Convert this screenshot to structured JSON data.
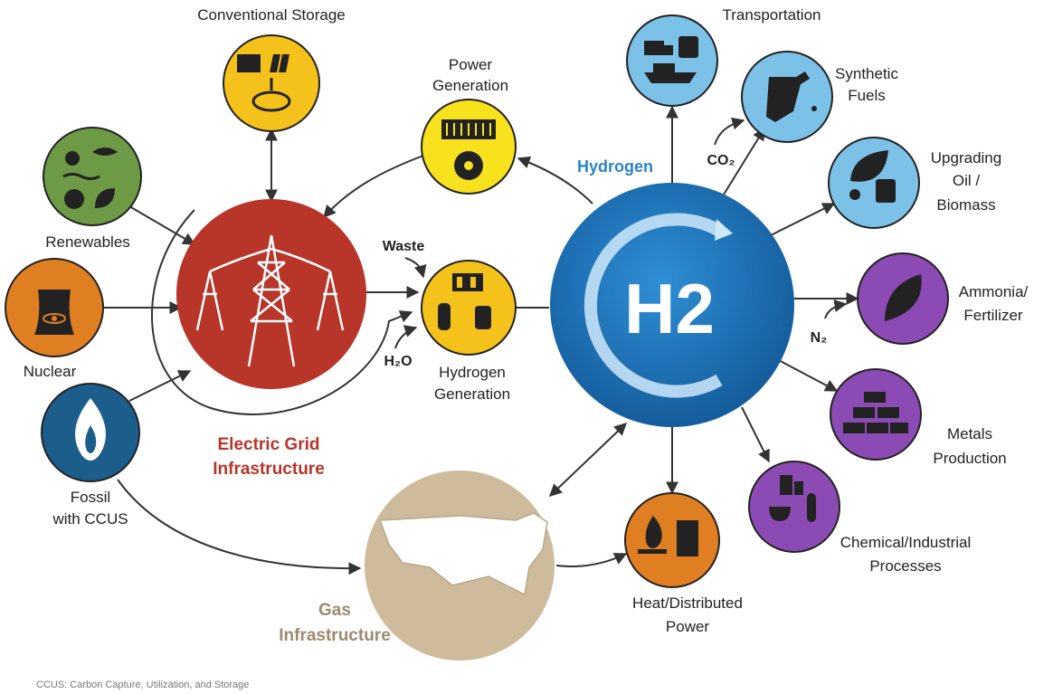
{
  "title_hydrogen": "Hydrogen",
  "h2_logo": "H2",
  "nodes": {
    "conventional_storage": "Conventional Storage",
    "renewables": "Renewables",
    "nuclear": "Nuclear",
    "fossil": [
      "Fossil",
      "with CCUS"
    ],
    "power_generation": [
      "Power",
      "Generation"
    ],
    "hydrogen_generation": [
      "Hydrogen",
      "Generation"
    ],
    "transportation": "Transportation",
    "synthetic_fuels": [
      "Synthetic",
      "Fuels"
    ],
    "upgrading": [
      "Upgrading",
      "Oil /",
      "Biomass"
    ],
    "ammonia": [
      "Ammonia/",
      "Fertilizer"
    ],
    "metals": [
      "Metals",
      "Production"
    ],
    "chemical": [
      "Chemical/Industrial",
      "Processes"
    ],
    "heat": [
      "Heat/Distributed",
      "Power"
    ]
  },
  "hubs": {
    "electric_grid": [
      "Electric Grid",
      "Infrastructure"
    ],
    "gas": [
      "Gas",
      "Infrastructure"
    ]
  },
  "inputs": {
    "waste": "Waste",
    "h2o": "H₂O",
    "co2": "CO₂",
    "n2": "N₂"
  },
  "footnote": "CCUS: Carbon Capture, Utilization, and Storage",
  "colors": {
    "yellow": "#f5c21b",
    "bright_yellow": "#f7e21d",
    "green": "#6d9a44",
    "orange": "#e07f22",
    "navy": "#1b5e8c",
    "red": "#b8352a",
    "blue": "#1a73b8",
    "light_blue": "#7cc1e8",
    "purple": "#8c4bb4",
    "tan": "#cdbb9c"
  }
}
